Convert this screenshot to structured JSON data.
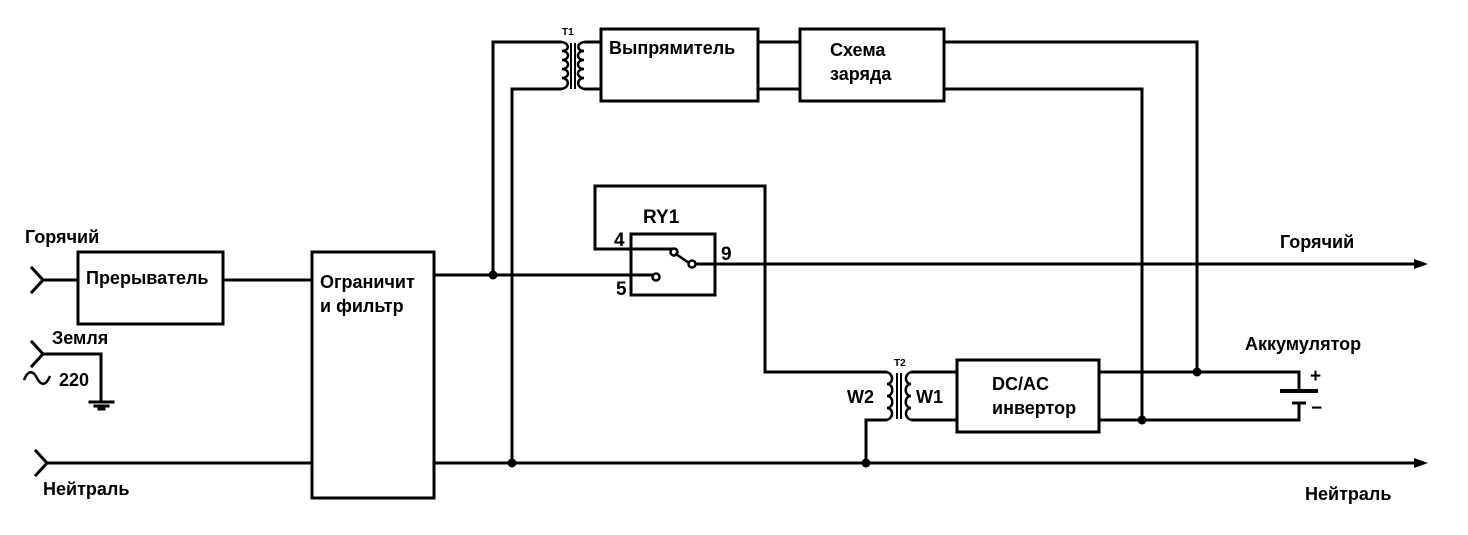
{
  "diagram": {
    "title": "UPS block diagram",
    "inputs": {
      "hot_label": "Горячий",
      "ground_label": "Земля",
      "voltage_label": "220",
      "ac_symbol": "~",
      "neutral_label": "Нейтраль"
    },
    "outputs": {
      "hot_label": "Горячий",
      "neutral_label": "Нейтраль"
    },
    "blocks": {
      "breaker": "Прерыватель",
      "limiter_line1": "Ограничит",
      "limiter_line2": "и фильтр",
      "rectifier": "Выпрямитель",
      "charger_line1": "Схема",
      "charger_line2": "заряда",
      "inverter_line1": "DC/AC",
      "inverter_line2": "инвертор"
    },
    "transformers": {
      "t1_label": "T1",
      "t2_label": "T2",
      "w1_label": "W1",
      "w2_label": "W2"
    },
    "relay": {
      "label": "RY1",
      "pin4": "4",
      "pin5": "5",
      "pin9": "9"
    },
    "battery": {
      "label": "Аккумулятор",
      "plus": "+",
      "minus": "−"
    }
  }
}
